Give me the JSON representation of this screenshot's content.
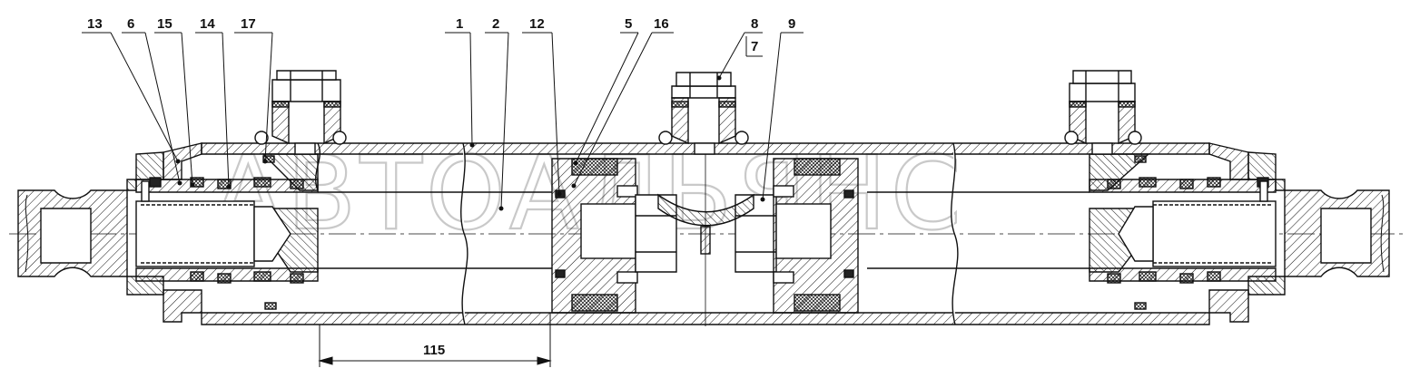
{
  "watermark": "АВТОАЛЬЯНС",
  "callouts": [
    {
      "id": "13"
    },
    {
      "id": "6"
    },
    {
      "id": "15"
    },
    {
      "id": "14"
    },
    {
      "id": "17"
    },
    {
      "id": "1"
    },
    {
      "id": "2"
    },
    {
      "id": "12"
    },
    {
      "id": "5"
    },
    {
      "id": "16"
    },
    {
      "id": "8"
    },
    {
      "id": "7"
    },
    {
      "id": "9"
    }
  ],
  "dimension": {
    "value": "115"
  },
  "colors": {
    "line": "#111111",
    "watermark": "#c9c9c9",
    "background": "#ffffff"
  }
}
